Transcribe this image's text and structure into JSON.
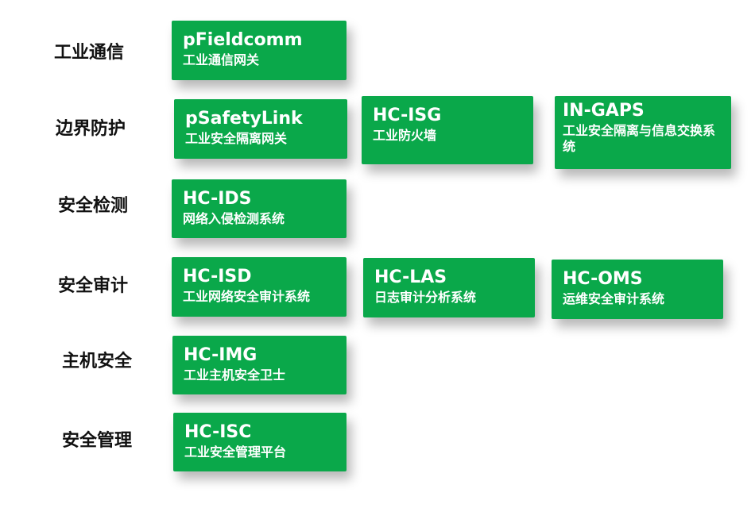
{
  "categories": [
    {
      "label": "工业通信"
    },
    {
      "label": "边界防护"
    },
    {
      "label": "安全检测"
    },
    {
      "label": "安全审计"
    },
    {
      "label": "主机安全"
    },
    {
      "label": "安全管理"
    }
  ],
  "products": [
    {
      "name": "pFieldcomm",
      "desc": "工业通信网关"
    },
    {
      "name": "pSafetyLink",
      "desc": "工业安全隔离网关"
    },
    {
      "name": "HC-ISG",
      "desc": "工业防火墙"
    },
    {
      "name": "IN-GAPS",
      "desc": "工业安全隔离与信息交换系统"
    },
    {
      "name": "HC-IDS",
      "desc": "网络入侵检测系统"
    },
    {
      "name": "HC-ISD",
      "desc": "工业网络安全审计系统"
    },
    {
      "name": "HC-LAS",
      "desc": "日志审计分析系统"
    },
    {
      "name": "HC-OMS",
      "desc": "运维安全审计系统"
    },
    {
      "name": "HC-IMG",
      "desc": "工业主机安全卫士"
    },
    {
      "name": "HC-ISC",
      "desc": "工业安全管理平台"
    }
  ],
  "colors": {
    "card_bg": "#0aa84a",
    "card_text": "#ffffff",
    "category_text": "#111111"
  }
}
